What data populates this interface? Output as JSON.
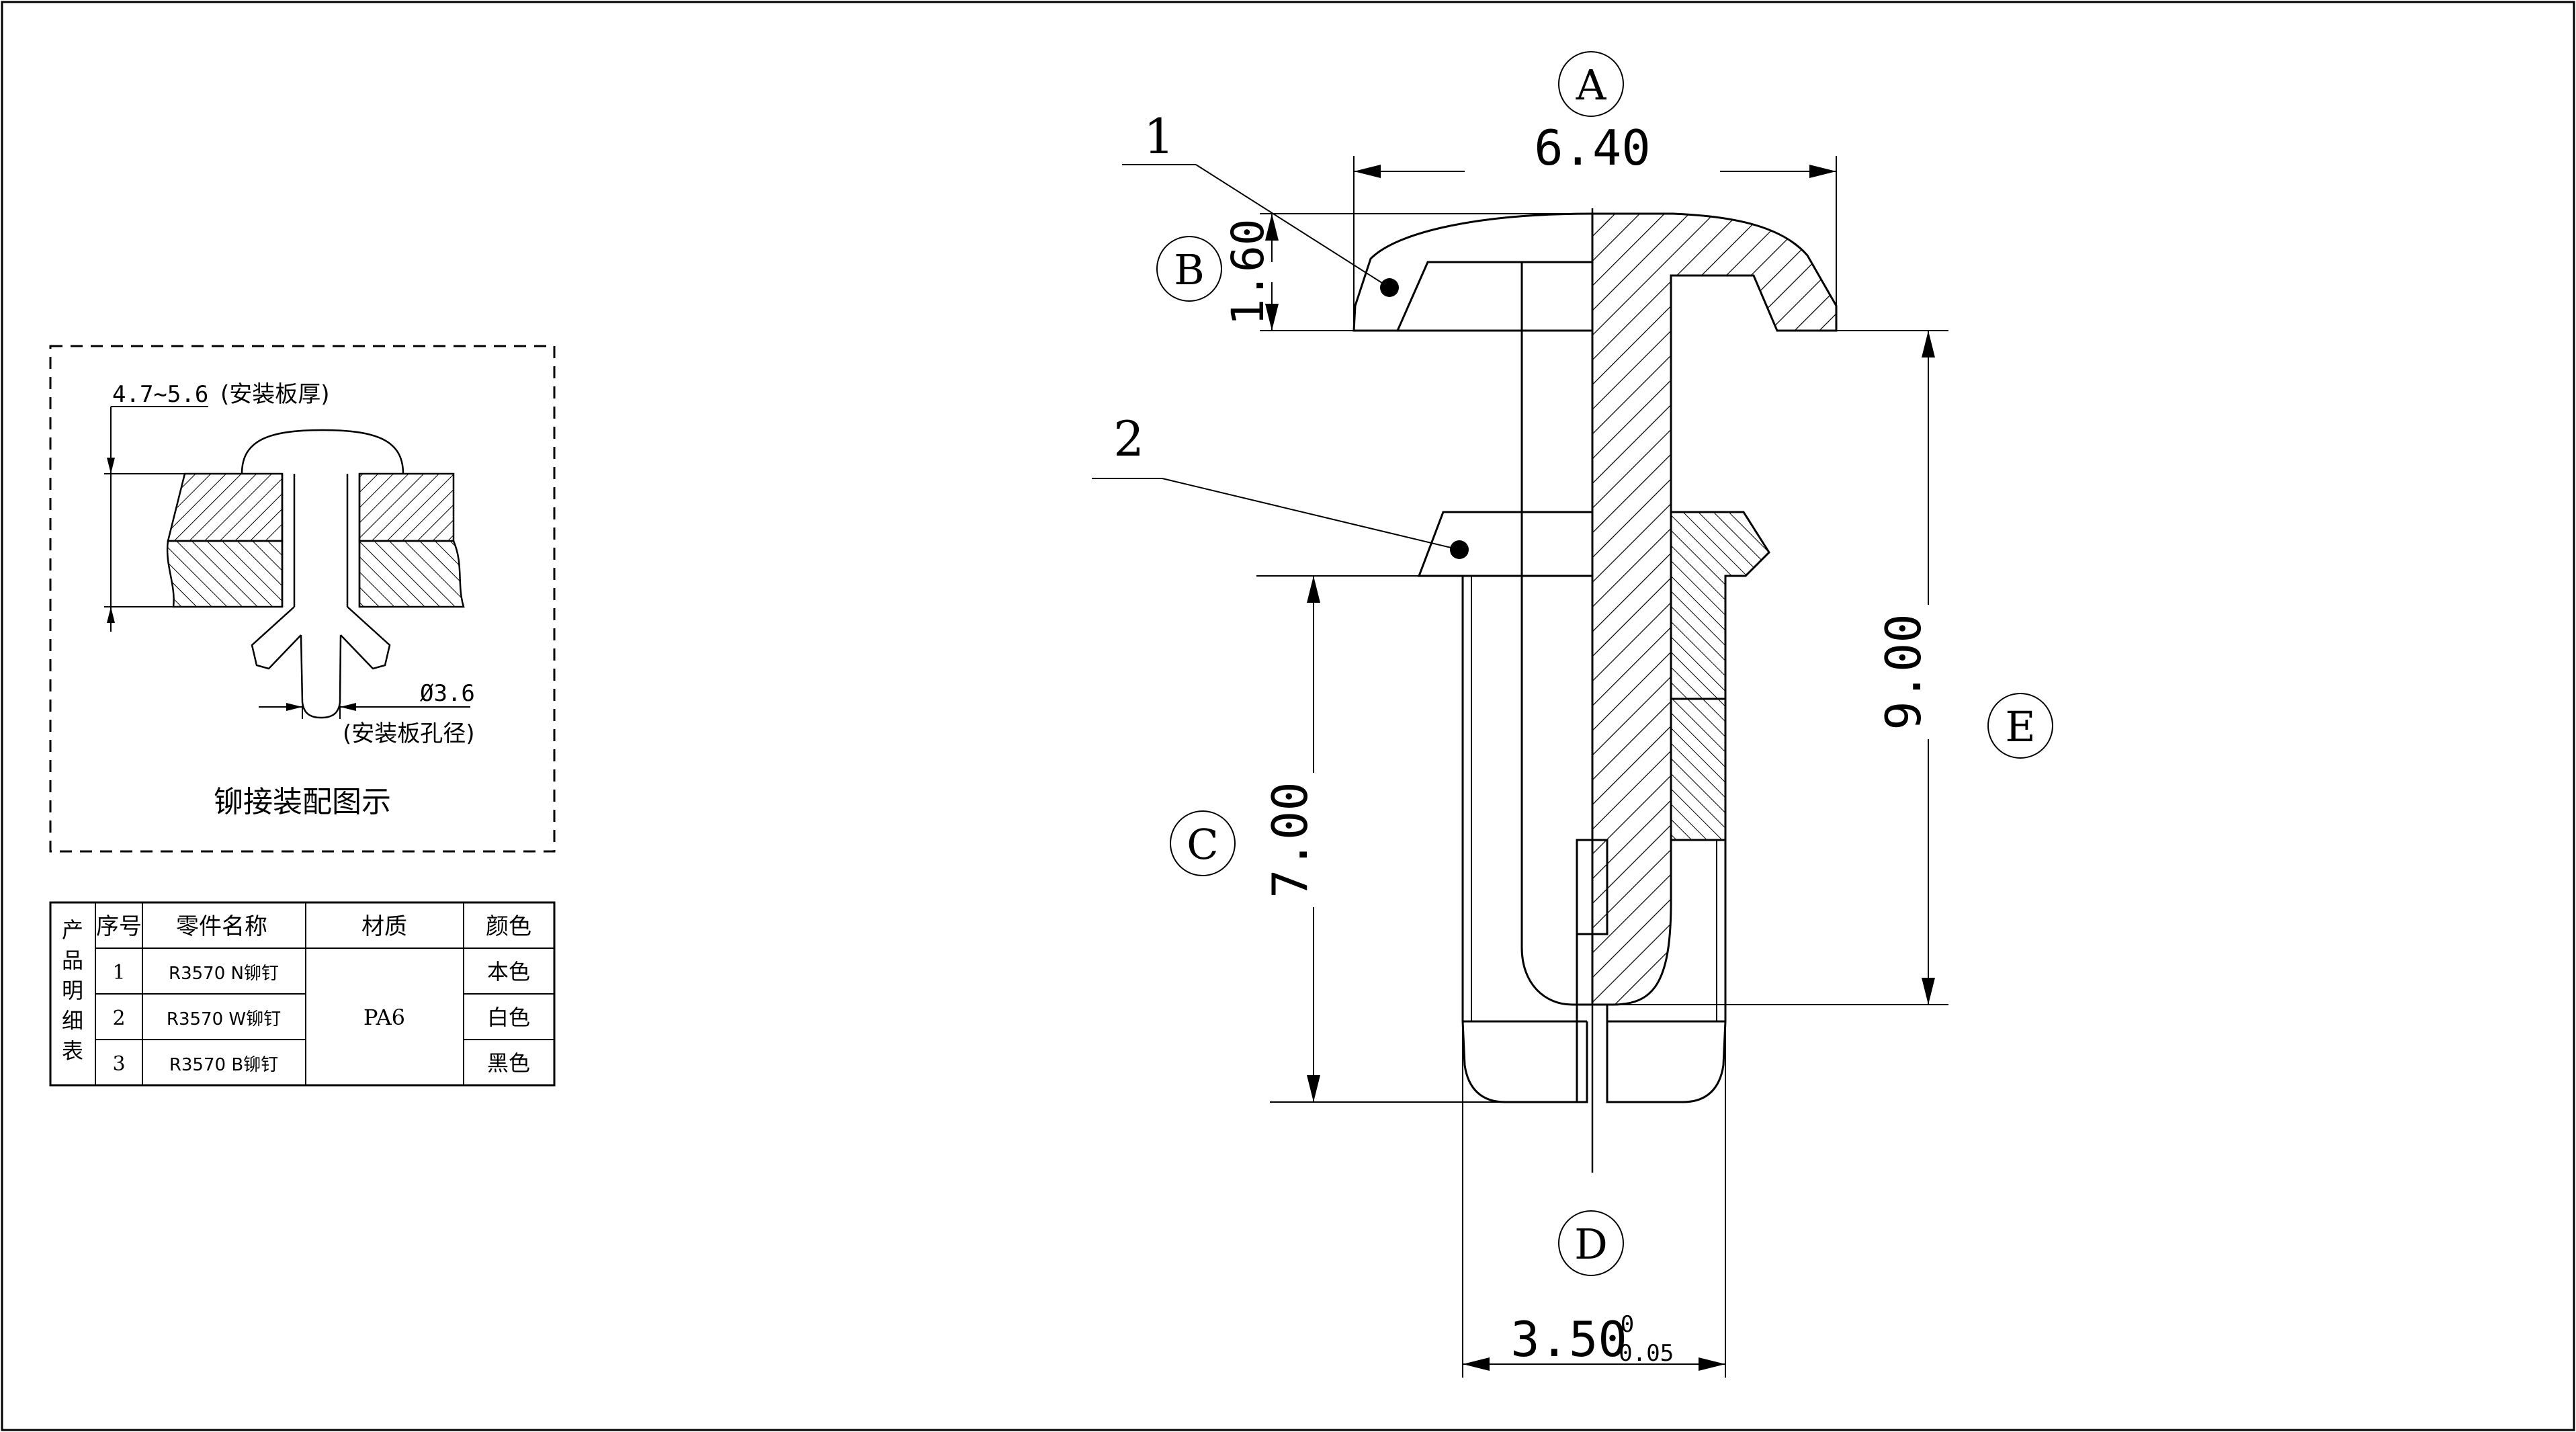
{
  "drawing": {
    "callouts": {
      "a": "A",
      "b": "B",
      "c": "C",
      "d": "D",
      "e": "E"
    },
    "leaders": {
      "item1": "1",
      "item2": "2"
    },
    "dimensions": {
      "head_width": "6.40",
      "head_height": "1.60",
      "total_length": "9.00",
      "body_length": "7.00",
      "shank_diameter": "3.50",
      "tol_upper": "0",
      "tol_lower": "-0.05"
    }
  },
  "assembly": {
    "thickness_range": "4.7~5.6",
    "thickness_note": "(安装板厚)",
    "hole_diameter": "Ø3.6",
    "hole_note": "(安装板孔径)",
    "caption": "铆接装配图示"
  },
  "parts_table": {
    "side_label": [
      "产",
      "品",
      "明",
      "细",
      "表"
    ],
    "headers": [
      "序号",
      "零件名称",
      "材质",
      "颜色"
    ],
    "material": "PA6",
    "rows": [
      {
        "no": "1",
        "name": "R3570 N铆钉",
        "color": "本色"
      },
      {
        "no": "2",
        "name": "R3570 W铆钉",
        "color": "白色"
      },
      {
        "no": "3",
        "name": "R3570 B铆钉",
        "color": "黑色"
      }
    ]
  }
}
